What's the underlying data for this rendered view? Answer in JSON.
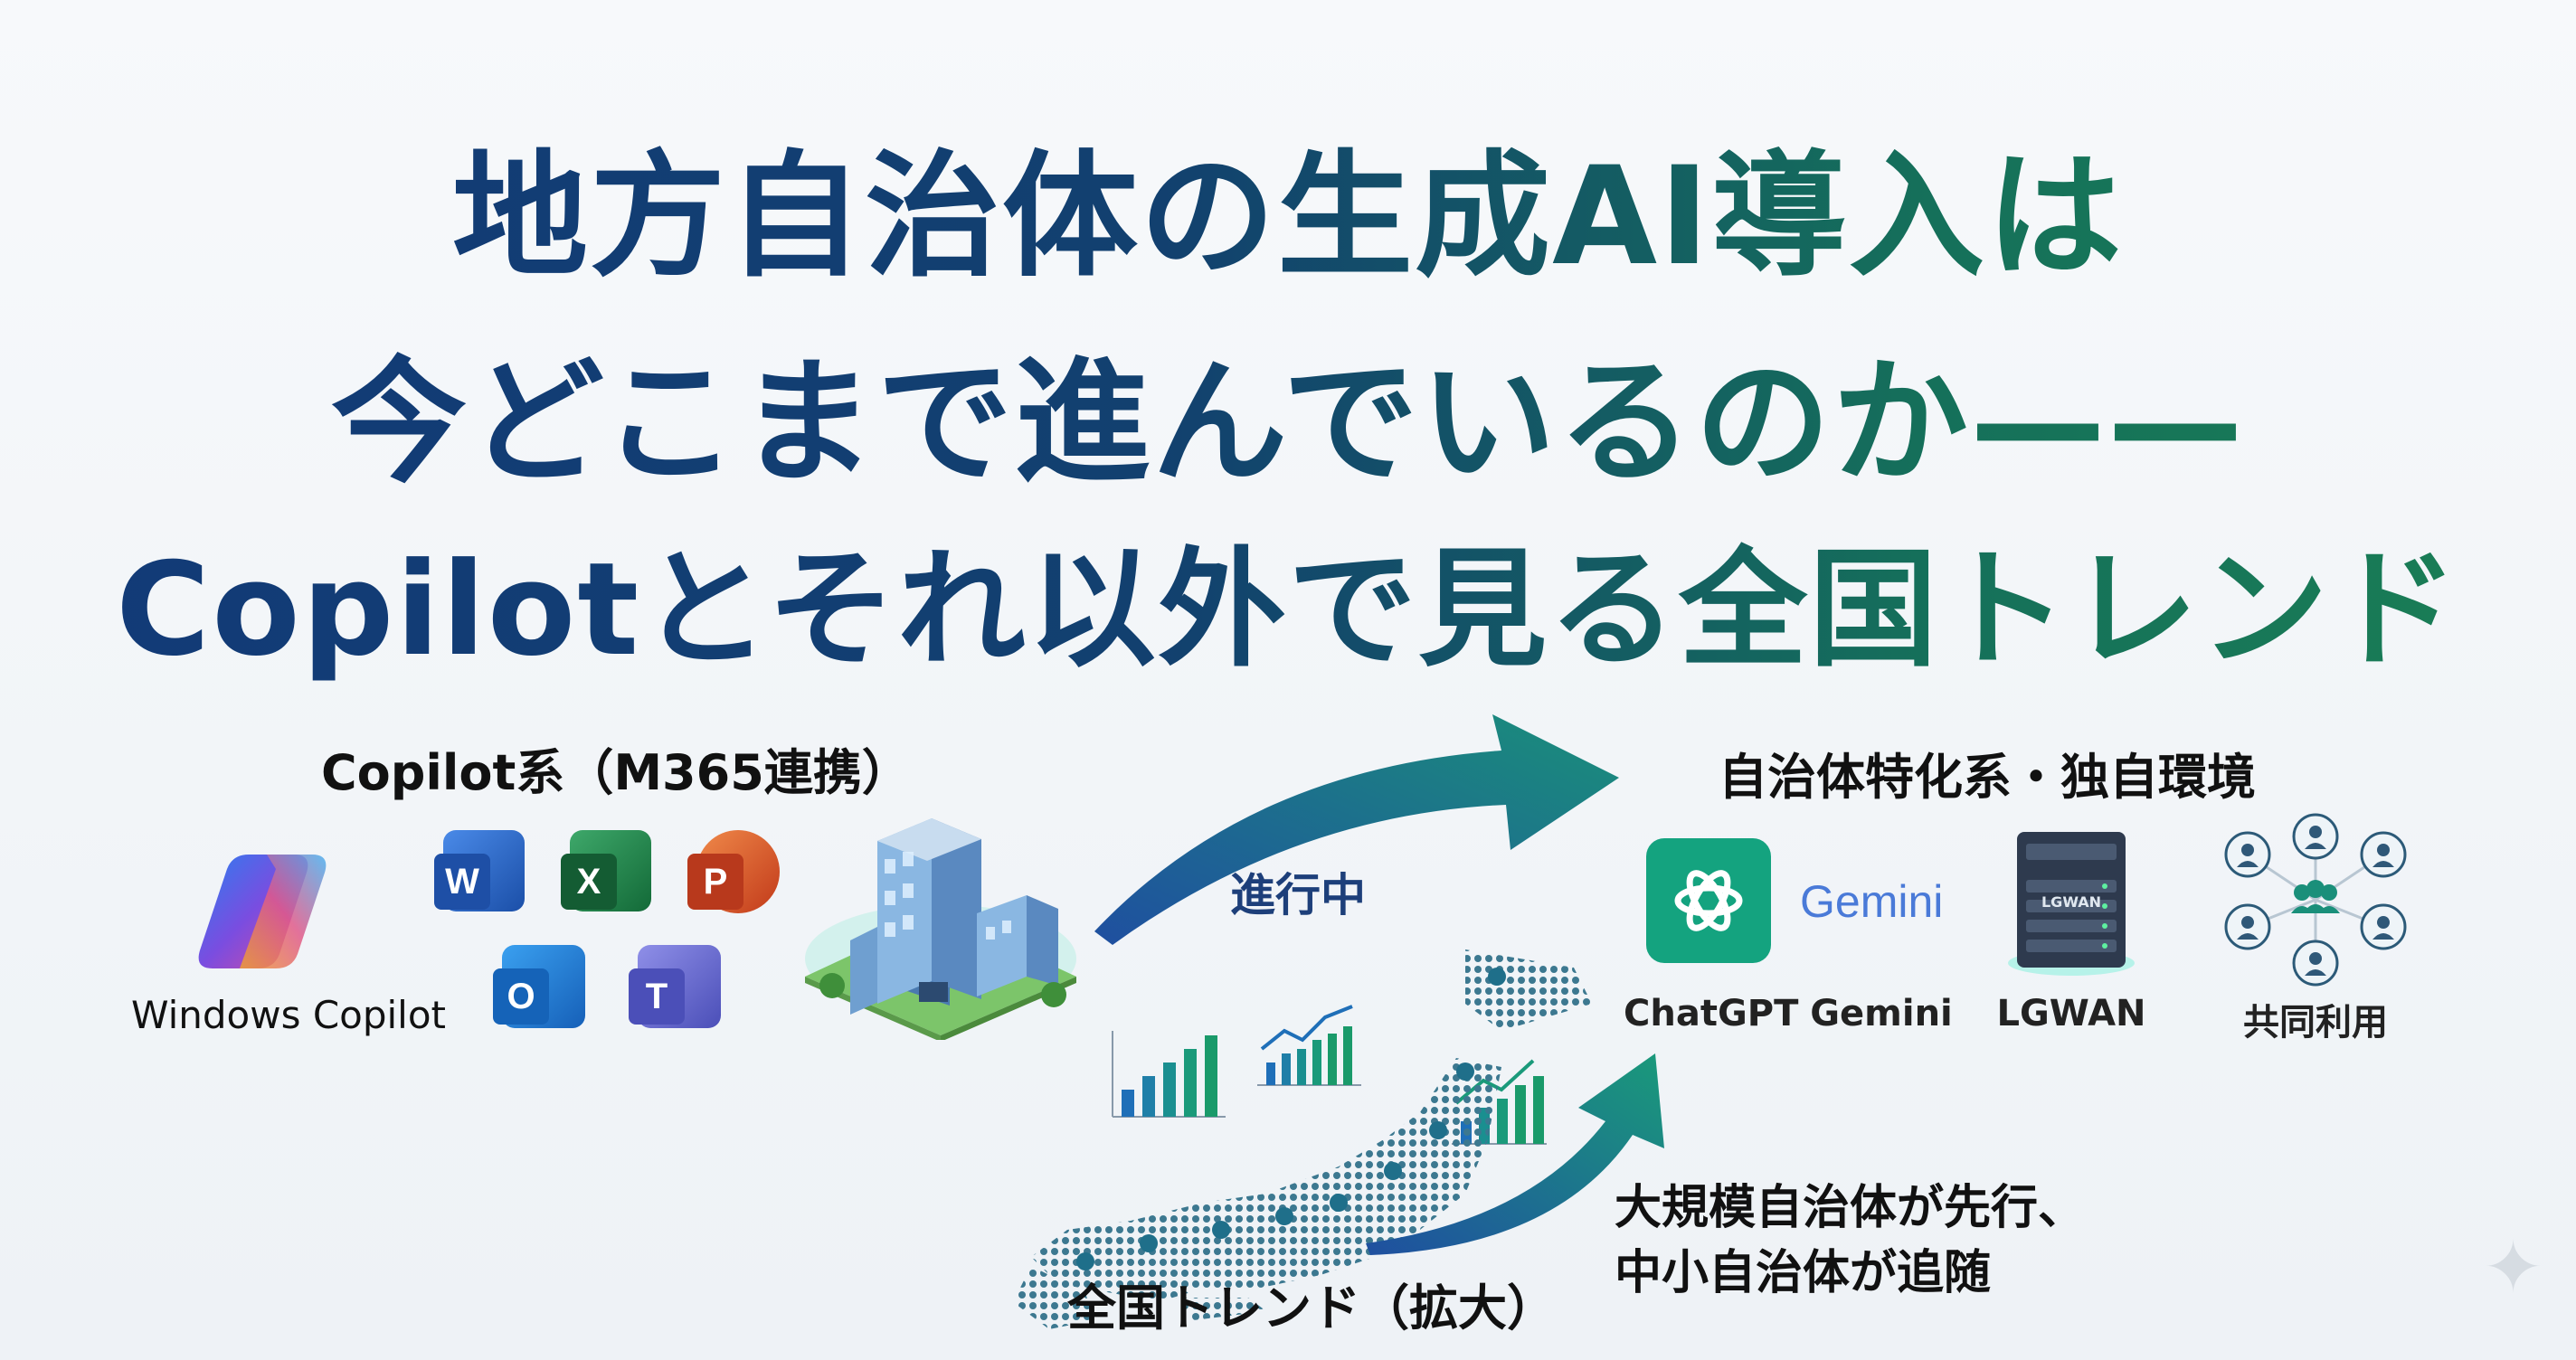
{
  "title": {
    "line1": "地方自治体の生成AI導入は",
    "line2": "今どこまで進んでいるのか——",
    "line3": "Copilotとそれ以外で見る全国トレンド"
  },
  "left_section": {
    "heading": "Copilot系（M365連携）",
    "copilot_label": "Windows Copilot",
    "apps": [
      {
        "icon": "word-icon",
        "letter": "W",
        "color": "#2b63c6"
      },
      {
        "icon": "excel-icon",
        "letter": "X",
        "color": "#1d7a43"
      },
      {
        "icon": "powerpoint-icon",
        "letter": "P",
        "color": "#d04a23"
      },
      {
        "icon": "outlook-icon",
        "letter": "O",
        "color": "#1a73c8"
      },
      {
        "icon": "teams-icon",
        "letter": "T",
        "color": "#5b5fc7"
      }
    ]
  },
  "middle": {
    "progress_label": "進行中",
    "trend_label": "全国トレンド（拡大）"
  },
  "right_section": {
    "heading": "自治体特化系・独自環境",
    "items": [
      {
        "label": "ChatGPT",
        "icon": "chatgpt-icon"
      },
      {
        "label": "Gemini",
        "icon": "gemini-logo",
        "logo_text": "Gemini"
      },
      {
        "label": "LGWAN",
        "icon": "server-icon",
        "logo_text": "LGWAN"
      },
      {
        "label": "共同利用",
        "icon": "people-network-icon"
      }
    ]
  },
  "bottom_note": {
    "line1": "大規模自治体が先行、",
    "line2": "中小自治体が追随"
  },
  "colors": {
    "navy": "#123a78",
    "green": "#1a7f55",
    "arrow_start": "#1f4fa0",
    "arrow_end": "#1a9a7a"
  }
}
